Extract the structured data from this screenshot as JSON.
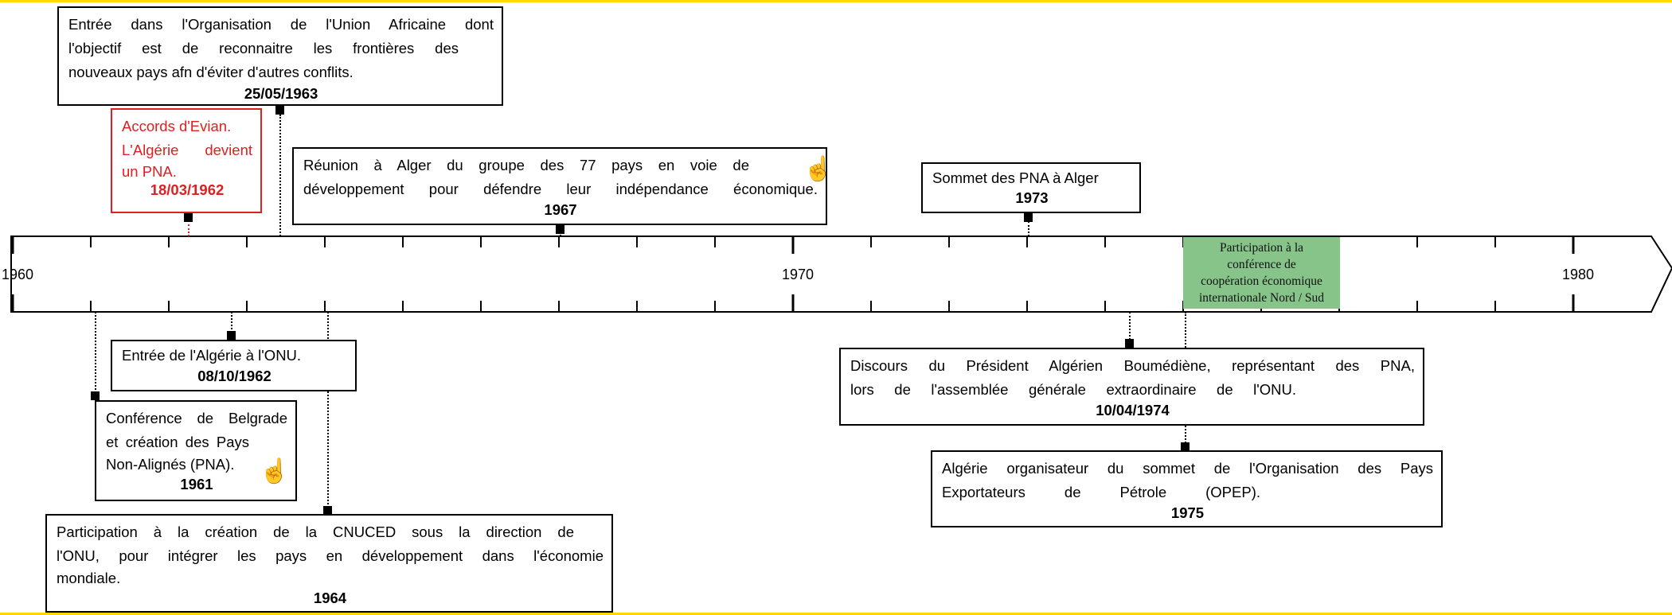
{
  "axis": {
    "start": 1960,
    "end": 1980,
    "labels": [
      "1960",
      "1970",
      "1980"
    ]
  },
  "events": [
    {
      "key": "oua",
      "lines": [
        "Entrée dans l'Organisation de l'Union Africaine dont",
        "l'objectif est de reconnaitre les frontières des",
        "nouveaux pays afn d'éviter d'autres conflits."
      ],
      "date": "25/05/1963"
    },
    {
      "key": "evian",
      "lines": [
        "Accords d'Evian.",
        "L'Algérie devient",
        "un PNA."
      ],
      "date": "18/03/1962"
    },
    {
      "key": "g77",
      "lines": [
        "Réunion à Alger du groupe des 77 pays en voie de",
        "développement pour défendre leur indépendance économique."
      ],
      "date": "1967"
    },
    {
      "key": "sommet",
      "lines": [
        "Sommet des PNA à Alger"
      ],
      "date": "1973"
    },
    {
      "key": "onu",
      "lines": [
        "Entrée de l'Algérie à l'ONU."
      ],
      "date": "08/10/1962"
    },
    {
      "key": "belgrade",
      "lines": [
        "Conférence de Belgrade",
        "et création des Pays",
        "Non-Alignés (PNA)."
      ],
      "date": "1961"
    },
    {
      "key": "cnuced",
      "lines": [
        "Participation à la création de la CNUCED sous la direction de",
        "l'ONU, pour intégrer les pays en développement dans l'économie",
        "mondiale."
      ],
      "date": "1964"
    },
    {
      "key": "discours",
      "lines": [
        "Discours du Président Algérien Boumédiène, représentant des PNA,",
        "lors de l'assemblée générale extraordinaire de l'ONU."
      ],
      "date": "10/04/1974"
    },
    {
      "key": "opep",
      "lines": [
        "Algérie organisateur du sommet de l'Organisation des Pays",
        "Exportateurs de Pétrole (OPEP)."
      ],
      "date": "1975"
    }
  ],
  "green_box": {
    "lines": [
      "Participation à la",
      "conférence de",
      "coopération économique",
      "internationale Nord / Sud"
    ]
  },
  "colors": {
    "frame": "#ffd900",
    "red": "#e02020",
    "green": "#86c48a"
  },
  "icons": [
    "hand-cursor-icon",
    "hand-cursor-icon"
  ]
}
